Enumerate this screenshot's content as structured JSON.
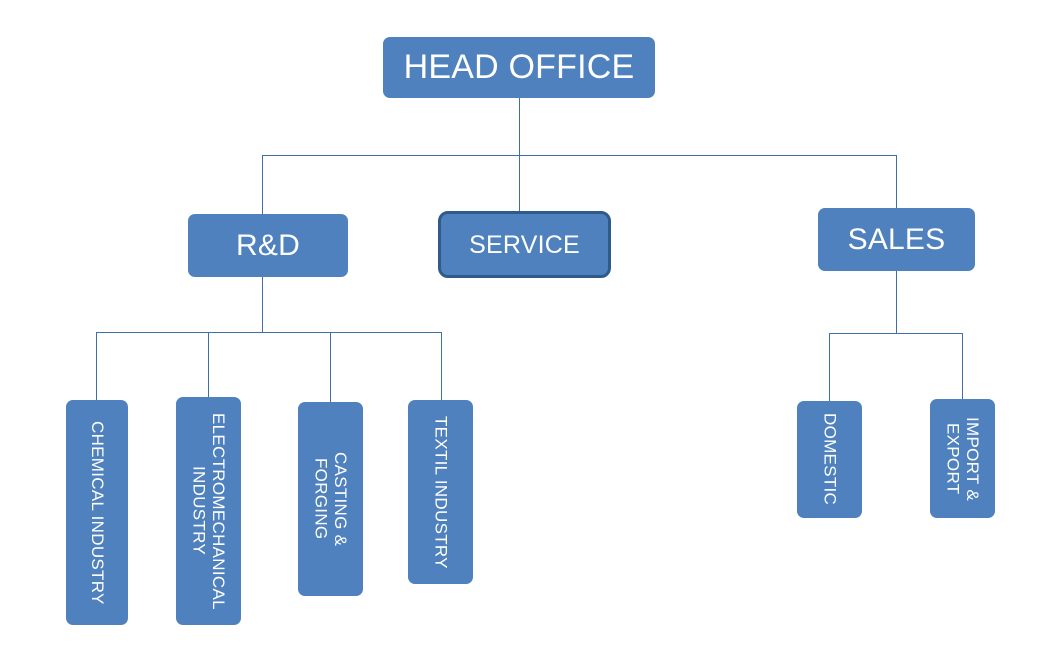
{
  "chart_title": "",
  "theme": {
    "box_fill": "#4e81bd",
    "box_text": "#ffffff",
    "line_color": "#3f6fa8",
    "selected_border": "#2e5b8a",
    "background": "#ffffff"
  },
  "org_chart": {
    "type": "diagram",
    "root": {
      "id": "head-office",
      "label": "HEAD OFFICE"
    },
    "level2": [
      {
        "id": "rd",
        "label": "R&D",
        "selected": false
      },
      {
        "id": "service",
        "label": "SERVICE",
        "selected": true
      },
      {
        "id": "sales",
        "label": "SALES",
        "selected": false
      }
    ],
    "rd_children": [
      {
        "id": "chemical-industry",
        "label": "CHEMICAL INDUSTRY"
      },
      {
        "id": "electromechanical-industry",
        "label": "ELECTROMECHANICAL\nINDUSTRY"
      },
      {
        "id": "casting-forging",
        "label": "CASTING &\nFORGING"
      },
      {
        "id": "textil-industry",
        "label": "TEXTIL INDUSTRY"
      }
    ],
    "sales_children": [
      {
        "id": "domestic",
        "label": "DOMESTIC"
      },
      {
        "id": "import-export",
        "label": "IMPORT &\nEXPORT"
      }
    ]
  }
}
